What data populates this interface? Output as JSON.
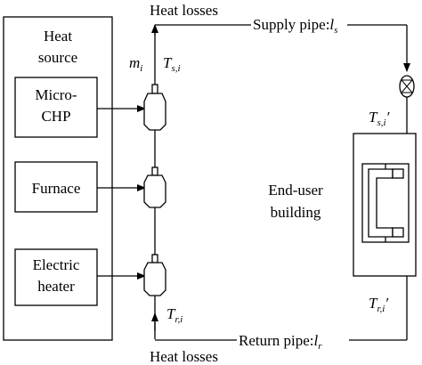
{
  "heat_source": {
    "title_line1": "Heat",
    "title_line2": "source",
    "units": [
      {
        "line1": "Micro-",
        "line2": "CHP"
      },
      {
        "line1": "Furnace",
        "line2": ""
      },
      {
        "line1": "Electric",
        "line2": "heater"
      }
    ]
  },
  "labels": {
    "heat_losses_top": "Heat losses",
    "heat_losses_bottom": "Heat losses",
    "supply_pipe_text": "Supply pipe:",
    "supply_pipe_var": "l",
    "supply_pipe_sub": "s",
    "return_pipe_text": "Return pipe:",
    "return_pipe_var": "l",
    "return_pipe_sub": "r",
    "mass_flow_var": "m",
    "mass_flow_sub": "i",
    "ts_var": "T",
    "ts_sub": "s,i",
    "tr_var": "T",
    "tr_sub": "r,i",
    "ts_user_var": "T",
    "ts_user_sub": "s,i",
    "ts_user_prime": "′",
    "tr_user_var": "T",
    "tr_user_sub": "r,i",
    "tr_user_prime": "′",
    "end_user_line1": "End-user",
    "end_user_line2": "building"
  }
}
